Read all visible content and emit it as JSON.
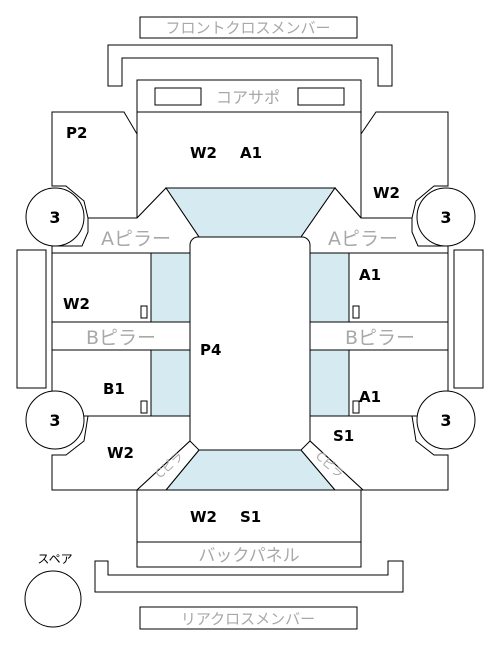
{
  "colors": {
    "line": "#000000",
    "label_gray": "#a8a8a8",
    "glass": "#d5eaf1"
  },
  "panels": {
    "front_cross_member": "フロントクロスメンバー",
    "core_support": "コアサポ",
    "a_pillar_left": "Aピラー",
    "a_pillar_right": "Aピラー",
    "b_pillar_left": "Bピラー",
    "b_pillar_right": "Bピラー",
    "back_panel": "バックパネル",
    "rear_cross_member": "リアクロスメンバー",
    "c_pillar_left": "Cピラ",
    "c_pillar_right": "Cピラ"
  },
  "codes": {
    "p2": "P2",
    "front_w2": "W2",
    "front_a1": "A1",
    "front_right_w2": "W2",
    "right_front_door_a1": "A1",
    "left_front_door_w2": "W2",
    "roof_p4": "P4",
    "left_rear_door_b1": "B1",
    "right_rear_door_a1": "A1",
    "right_rear_door_s1": "S1",
    "left_rear_w2": "W2",
    "rear_w2": "W2",
    "rear_s1": "S1"
  },
  "wheels": {
    "front_left": "3",
    "front_right": "3",
    "rear_left": "3",
    "rear_right": "3"
  },
  "spare": {
    "label": "スペア"
  }
}
